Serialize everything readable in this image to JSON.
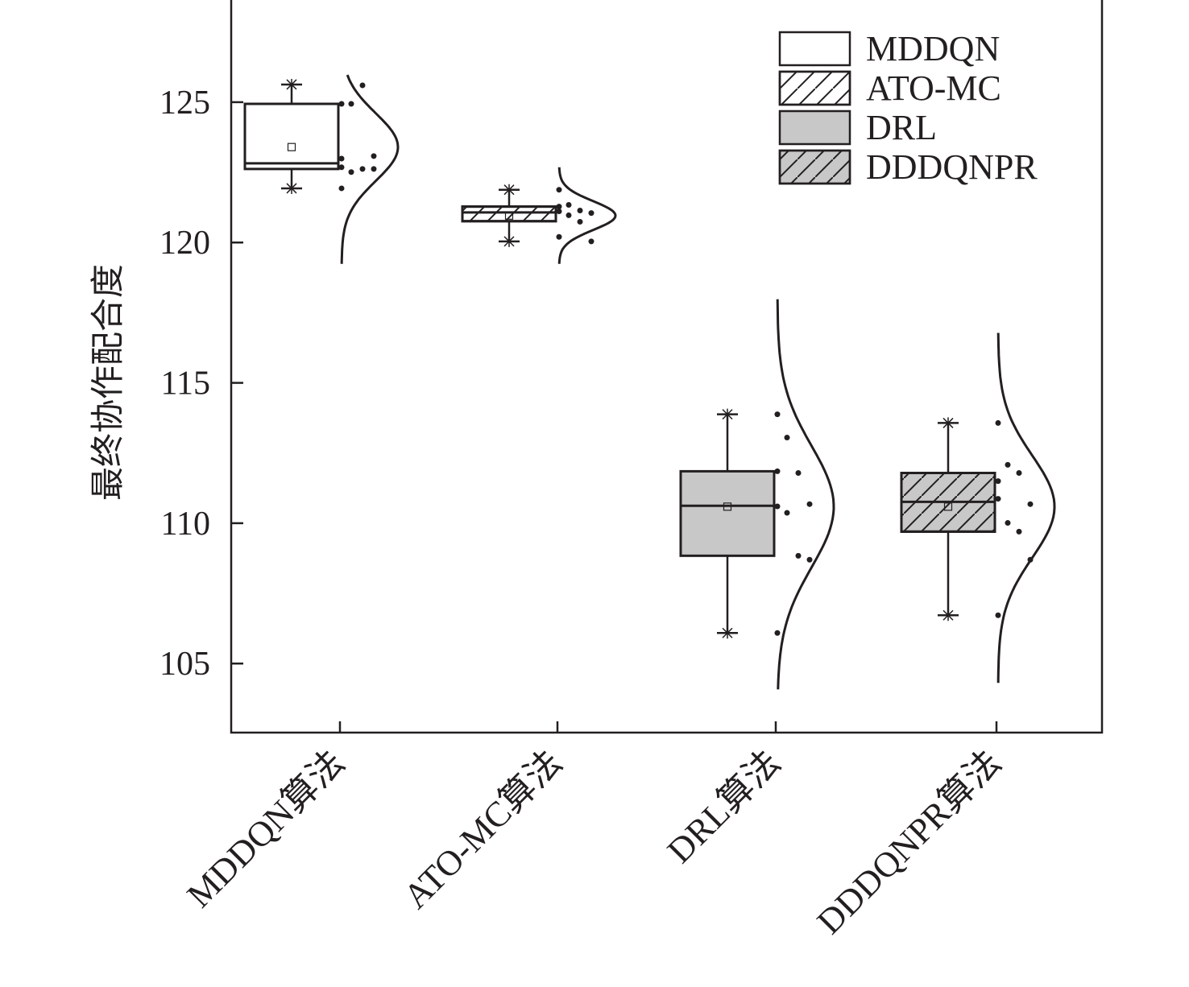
{
  "chart_data": {
    "type": "box",
    "title": "",
    "xlabel": "",
    "ylabel": "最终协作配合度",
    "ylim": [
      102.54,
      128.64
    ],
    "yticks": [
      105,
      110,
      115,
      120,
      125
    ],
    "ytick_labels": [
      "105",
      "110",
      "115",
      "120",
      "125"
    ],
    "categories": [
      "MDDQN算法",
      "ATO-MC算法",
      "DRL算法",
      "DDDQNPR算法"
    ],
    "legend": {
      "position": "top-right",
      "entries": [
        "MDDQN",
        "ATO-MC",
        "DRL",
        "DDDQNPR"
      ]
    },
    "series": [
      {
        "name": "MDDQN",
        "fill": "#ffffff",
        "hatch": false,
        "min": 121.93,
        "q1": 122.62,
        "median": 122.82,
        "q3": 124.94,
        "max": 125.63,
        "mean": 123.4,
        "points": [
          124.94,
          124.94,
          125.6,
          122.99,
          123.08,
          122.68,
          122.51,
          122.62,
          122.62,
          121.93
        ],
        "curve_range": [
          119.24,
          125.97
        ]
      },
      {
        "name": "ATO-MC",
        "fill": "#ffffff",
        "hatch": true,
        "min": 120.04,
        "q1": 120.76,
        "median": 121.07,
        "q3": 121.28,
        "max": 121.88,
        "mean": 120.96,
        "points": [
          121.88,
          121.34,
          121.14,
          121.28,
          121.05,
          121.11,
          120.97,
          120.74,
          120.04,
          120.2
        ],
        "curve_range": [
          119.24,
          122.68
        ]
      },
      {
        "name": "DRL",
        "fill": "#c8c8c8",
        "hatch": false,
        "min": 106.09,
        "q1": 108.84,
        "median": 110.62,
        "q3": 111.85,
        "max": 113.88,
        "mean": 110.59,
        "points": [
          113.88,
          113.05,
          111.79,
          111.85,
          110.68,
          110.6,
          110.37,
          108.84,
          108.7,
          106.09
        ],
        "curve_range": [
          104.08,
          117.98
        ]
      },
      {
        "name": "DDDQNPR",
        "fill": "#c8c8c8",
        "hatch": true,
        "min": 106.72,
        "q1": 109.7,
        "median": 110.76,
        "q3": 111.79,
        "max": 113.57,
        "mean": 110.59,
        "points": [
          113.57,
          112.08,
          111.79,
          111.5,
          110.68,
          110.87,
          110.01,
          109.7,
          108.7,
          106.72
        ],
        "curve_range": [
          104.31,
          116.78
        ]
      }
    ]
  }
}
